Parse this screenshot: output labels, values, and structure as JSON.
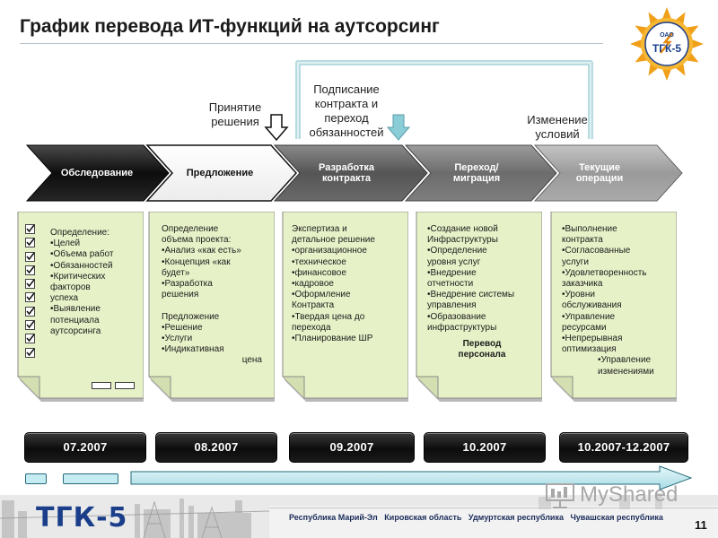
{
  "title": "График перевода ИТ-функций на аутсорсинг",
  "logo": {
    "oao": "ОАО",
    "brand": "ТГК-5"
  },
  "milestones": [
    {
      "lines": [
        "Принятие",
        "решения"
      ]
    },
    {
      "lines": [
        "Подписание",
        "контракта и",
        "переход",
        "обязанностей"
      ]
    },
    {
      "lines": [
        "Изменение",
        "условий"
      ]
    }
  ],
  "phases": [
    {
      "lines": [
        "Обследование"
      ]
    },
    {
      "lines": [
        "Предложение"
      ]
    },
    {
      "lines": [
        "Разработка",
        "контракта"
      ]
    },
    {
      "lines": [
        "Переход/",
        "миграция"
      ]
    },
    {
      "lines": [
        "Текущие",
        "операции"
      ]
    }
  ],
  "notes": [
    {
      "lines": [
        "Определение:",
        "•Целей",
        "•Объема работ",
        "•Обязанностей",
        "•Критических",
        "факторов",
        "успеха",
        "•Выявление",
        "потенциала",
        "аутсорсинга"
      ]
    },
    {
      "lines": [
        "Определение",
        "объема проекта:",
        "•Анализ «как есть»",
        "•Концепция «как",
        "будет»",
        "•Разработка",
        "решения",
        "",
        "Предложение",
        "•Решение",
        "•Услуги",
        "•Индикативная"
      ],
      "right_line": "цена"
    },
    {
      "lines": [
        "Экспертиза и",
        "детальное решение",
        "•организационное",
        "•техническое",
        "•финансовое",
        "•кадровое",
        "•Оформление",
        "Контракта",
        "•Твердая цена до",
        "перехода",
        "•Планирование ШР"
      ]
    },
    {
      "lines": [
        "•Создание новой",
        "Инфраструктуры",
        "•Определение",
        "уровня услуг",
        "•Внедрение",
        "отчетности",
        "•Внедрение системы",
        "управления",
        "•Образование",
        "инфраструктуры"
      ],
      "bold_lines": [
        "Перевод",
        "персонала"
      ]
    },
    {
      "lines": [
        "•Выполнение",
        "контракта",
        "•Согласованные",
        "услуги",
        "•Удовлетворенность",
        "заказчика",
        "•Уровни",
        "обслуживания",
        "•Управление",
        "ресурсами",
        "•Непрерывная",
        "оптимизация"
      ],
      "indent_lines": [
        "•Управление",
        "изменениями"
      ]
    }
  ],
  "dates": [
    "07.2007",
    "08.2007",
    "09.2007",
    "10.2007",
    "10.2007-12.2007"
  ],
  "footer": {
    "brand": "ТГК-5",
    "regions": [
      "Республика Марий-Эл",
      "Кировская область",
      "Удмуртская республика",
      "Чувашская республика"
    ],
    "page_number": "11",
    "watermark": "MyShared"
  },
  "colors": {
    "phase_dark": "#1a1a1a",
    "phase_light": "#ffffff",
    "phase_grey": "#6b6b6b",
    "note_fill": "#e6f1c7",
    "connector": "#b6dbe0",
    "timeline": "#c5ecf2",
    "brand": "#1b3e8a"
  }
}
